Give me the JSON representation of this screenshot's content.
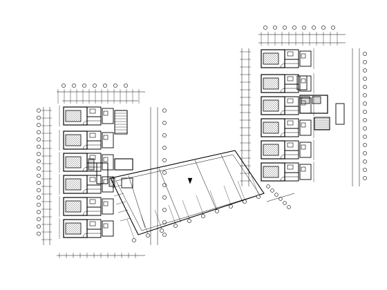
{
  "drawing": {
    "colors": {
      "line": "#000000",
      "background": "#ffffff"
    },
    "buildings": [
      {
        "id": "left-tower",
        "units": 6
      },
      {
        "id": "right-tower",
        "units": 6
      }
    ],
    "connector": {
      "id": "central-link-corridor"
    },
    "axes": {
      "left_dim_ticks_top": 14,
      "left_axis_circles": 18,
      "right_dim_ticks_top": 12,
      "right_axis_circles": 16,
      "bottom_axis_circles": 10
    }
  }
}
